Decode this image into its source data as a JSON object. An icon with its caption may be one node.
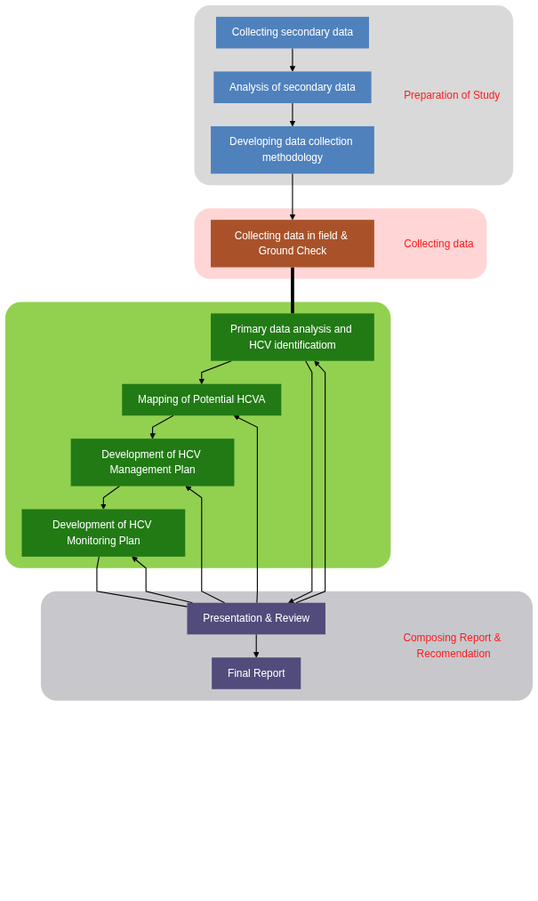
{
  "diagram": {
    "nodes": [
      {
        "text": [
          "Preparation of Study"
        ]
      },
      {
        "text": [
          "Collecting secondary data"
        ],
        "in": 0
      },
      {
        "text": [
          "Analysis of secondary data"
        ],
        "in": 0
      },
      {
        "text": [
          "Developing data collection methodology"
        ],
        "in": 0
      },
      {
        "text": [
          "Collecting data"
        ]
      },
      {
        "text": [
          "Collecting data in field & Ground Check"
        ],
        "in": 4
      },
      {
        "text": [],
        "shape": "box"
      },
      {
        "text": [
          "Primary data analysis and HCV identificatiom"
        ],
        "in": 6
      },
      {
        "text": [
          "Mapping of Potential HCVA"
        ],
        "in": 6
      },
      {
        "text": [
          "Development of HCV Management Plan"
        ],
        "in": 6
      },
      {
        "text": [
          "Development of HCV Monitoring Plan"
        ],
        "in": 6
      },
      {
        "text": [
          "Composing Report & Recomendation"
        ]
      },
      {
        "text": [
          "Presentation & Review"
        ],
        "in": 11
      },
      {
        "text": [
          "Final Report"
        ],
        "in": 11
      }
    ],
    "edges": [
      {
        "from": 1,
        "to": 2,
        "arrow": "to"
      },
      {
        "from": 2,
        "to": 3,
        "arrow": "to"
      },
      {
        "from": 3,
        "to": 5,
        "arrow": "to"
      },
      {
        "from": 5,
        "to": 7,
        "arrow": "none",
        "style": "thick"
      },
      {
        "from": 7,
        "to": 8,
        "arrow": "to"
      },
      {
        "from": 8,
        "to": 9,
        "arrow": "to"
      },
      {
        "from": 9,
        "to": 10,
        "arrow": "to"
      },
      {
        "from": 10,
        "to": 12,
        "arrow": "none"
      },
      {
        "from": 7,
        "to": 12,
        "arrow": "to"
      },
      {
        "from": 12,
        "to": 7,
        "arrow": "to"
      },
      {
        "from": 12,
        "to": 8,
        "arrow": "to"
      },
      {
        "from": 12,
        "to": 9,
        "arrow": "to"
      },
      {
        "from": 12,
        "to": 10,
        "arrow": "to"
      },
      {
        "from": 12,
        "to": 13,
        "arrow": "to"
      }
    ]
  }
}
